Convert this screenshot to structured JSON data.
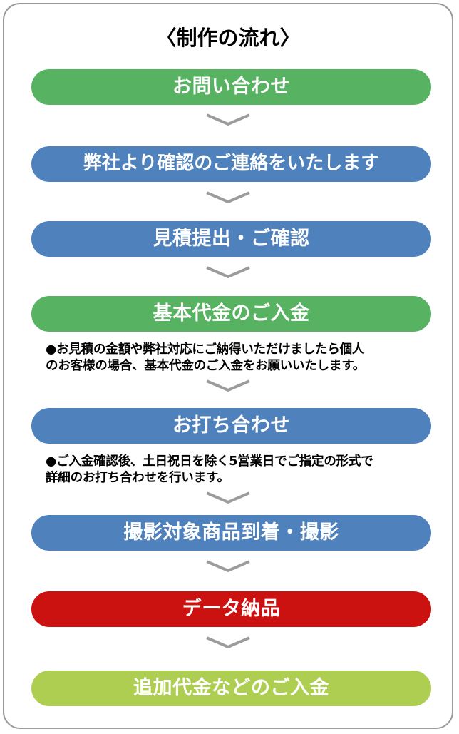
{
  "card": {
    "title": "〈制作の流れ〉",
    "border_color": "#9b9b9b",
    "background_color": "#ffffff"
  },
  "colors": {
    "green": "#57b262",
    "blue": "#4f81bd",
    "red": "#cc1111",
    "light_green": "#aece51",
    "chevron_gray": "#9b9b9b",
    "text_white": "#ffffff",
    "text_black": "#000000"
  },
  "steps": [
    {
      "label": "お問い合わせ",
      "color": "#57b262",
      "color_name": "green"
    },
    {
      "label": "弊社より確認のご連絡をいたします",
      "color": "#4f81bd",
      "color_name": "blue"
    },
    {
      "label": "見積提出・ご確認",
      "color": "#4f81bd",
      "color_name": "blue"
    },
    {
      "label": "基本代金のご入金",
      "color": "#57b262",
      "color_name": "green"
    },
    {
      "label": "お打ち合わせ",
      "color": "#4f81bd",
      "color_name": "blue"
    },
    {
      "label": "撮影対象商品到着・撮影",
      "color": "#4f81bd",
      "color_name": "blue"
    },
    {
      "label": "データ納品",
      "color": "#cc1111",
      "color_name": "red"
    },
    {
      "label": "追加代金などのご入金",
      "color": "#aece51",
      "color_name": "light-green"
    }
  ],
  "notes": [
    {
      "after_step": "基本代金のご入金",
      "line1": "●お見積の金額や弊社対応にご納得いただけましたら個人",
      "line2": "のお客様の場合、基本代金のご入金をお願いいたします。"
    },
    {
      "after_step": "お打ち合わせ",
      "line1": "●ご入金確認後、土日祝日を除く5営業日でご指定の形式で",
      "line2": "詳細のお打ち合わせを行います。"
    }
  ]
}
